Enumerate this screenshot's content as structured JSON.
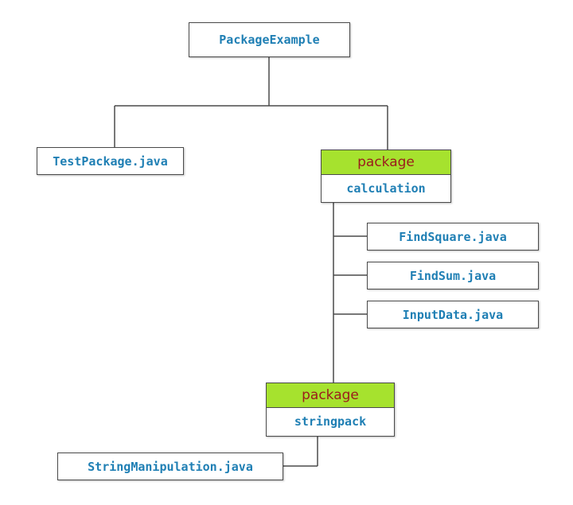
{
  "colors": {
    "node_text": "#1f7fb4",
    "package_header_fill": "#a6e22e",
    "package_header_text": "#9b1c1c",
    "border": "#4a4a4a",
    "connector": "#4a4a4a"
  },
  "root": {
    "label": "PackageExample"
  },
  "test_package": {
    "label": "TestPackage.java"
  },
  "calculation_package": {
    "keyword": "package",
    "name": "calculation",
    "files": [
      {
        "label": "FindSquare.java"
      },
      {
        "label": "FindSum.java"
      },
      {
        "label": "InputData.java"
      }
    ]
  },
  "stringpack_package": {
    "keyword": "package",
    "name": "stringpack",
    "files": [
      {
        "label": "StringManipulation.java"
      }
    ]
  }
}
